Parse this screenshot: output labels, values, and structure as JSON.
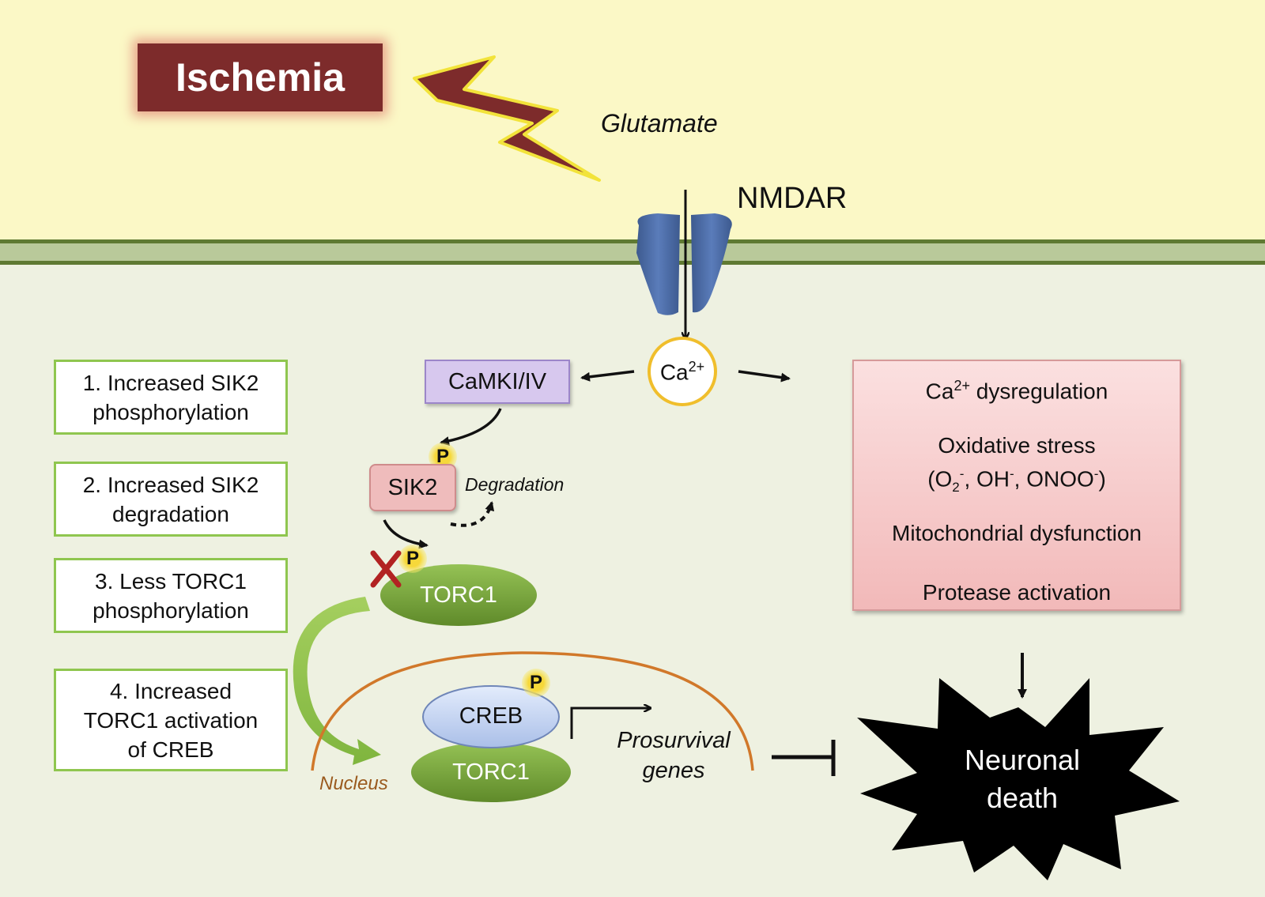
{
  "ischemia_label": "Ischemia",
  "glutamate_label": "Glutamate",
  "nmdar_label": "NMDAR",
  "calcium": {
    "base": "Ca",
    "sup": "2+"
  },
  "camk_label": "CaMKI/IV",
  "sik2_label": "SIK2",
  "phospho_label": "P",
  "degradation_label": "Degradation",
  "torc1_label": "TORC1",
  "creb_label": "CREB",
  "nucleus_label": "Nucleus",
  "prosurvival_label": "Prosurvival\ngenes",
  "neuronal_death_label": "Neuronal\ndeath",
  "steps": [
    "1. Increased SIK2\nphosphorylation",
    "2. Increased SIK2\ndegradation",
    "3. Less TORC1\nphosphorylation",
    "4. Increased\nTORC1 activation\nof CREB"
  ],
  "effects": {
    "ca_dysregulation": {
      "base": "Ca",
      "sup": "2+",
      "rest": " dysregulation"
    },
    "oxidative_stress": "Oxidative stress",
    "ros": {
      "open": "(O",
      "o2_sub": "2",
      "o2_sup": "-",
      "oh": ", OH",
      "oh_sup": "-",
      "onoo": ", ONOO",
      "onoo_sup": "-",
      "close": ")"
    },
    "mito": "Mitochondrial dysfunction",
    "protease": "Protease activation"
  },
  "colors": {
    "extracellular": "#fbf8c6",
    "cytoplasm": "#eef1e1",
    "membrane": "#5f7a32",
    "ischemia_box": "#7d2b2b",
    "lightning": "#7d2b2b",
    "receptor": "#4a6aa1",
    "torc1": "#7aa83b",
    "creb": "#c7d7f5",
    "nucleus_line": "#d1782a",
    "phospho": "#f4d23a",
    "inhibition_x": "#b22222"
  }
}
